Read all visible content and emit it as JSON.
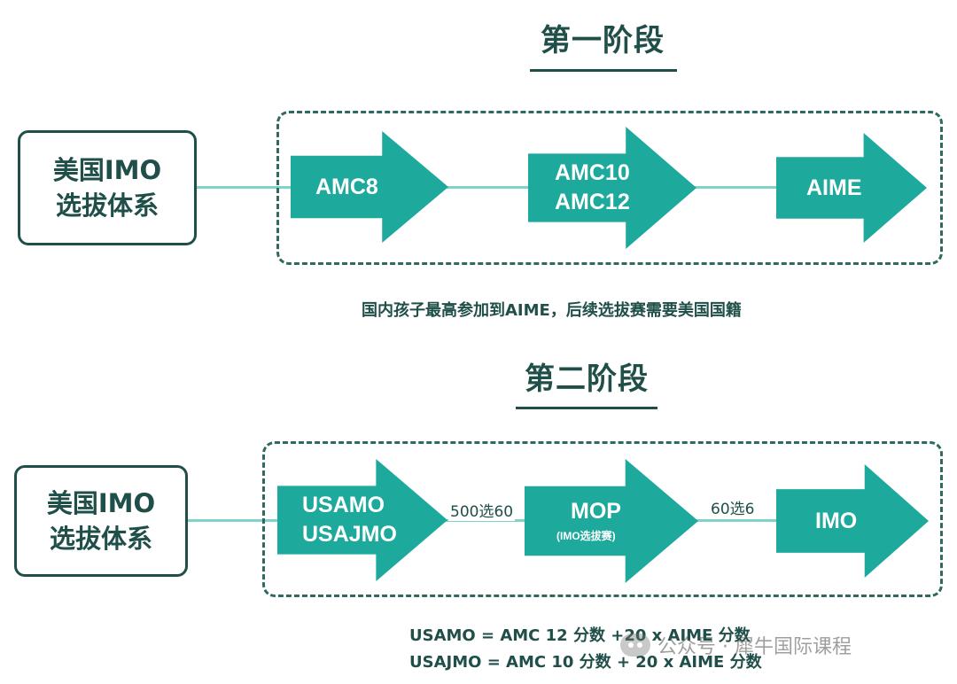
{
  "stage1": {
    "title": "第一阶段",
    "box_label": [
      "美国IMO",
      "选拔体系"
    ],
    "arrows": [
      {
        "lines": [
          "AMC8"
        ]
      },
      {
        "lines": [
          "AMC10",
          "AMC12"
        ]
      },
      {
        "lines": [
          "AIME"
        ]
      }
    ],
    "note": "国内孩子最高参加到AIME，后续选拔赛需要美国国籍"
  },
  "stage2": {
    "title": "第二阶段",
    "box_label": [
      "美国IMO",
      "选拔体系"
    ],
    "arrows": [
      {
        "lines": [
          "USAMO",
          "USAJMO"
        ]
      },
      {
        "lines": [
          "MOP"
        ],
        "sub": "(IMO选拔赛)"
      },
      {
        "lines": [
          "IMO"
        ]
      }
    ],
    "connector_labels": [
      "500选60",
      "60选6"
    ],
    "formulas": [
      "USAMO = AMC 12 分数 +20 x AIME 分数",
      "USAJMO  = AMC 10 分数 + 20 x AIME 分数"
    ]
  },
  "watermark": "公众号 · 犀牛国际课程",
  "colors": {
    "accent": "#1ea99d",
    "dark": "#1f4f48",
    "connector": "#7fd3ca"
  }
}
